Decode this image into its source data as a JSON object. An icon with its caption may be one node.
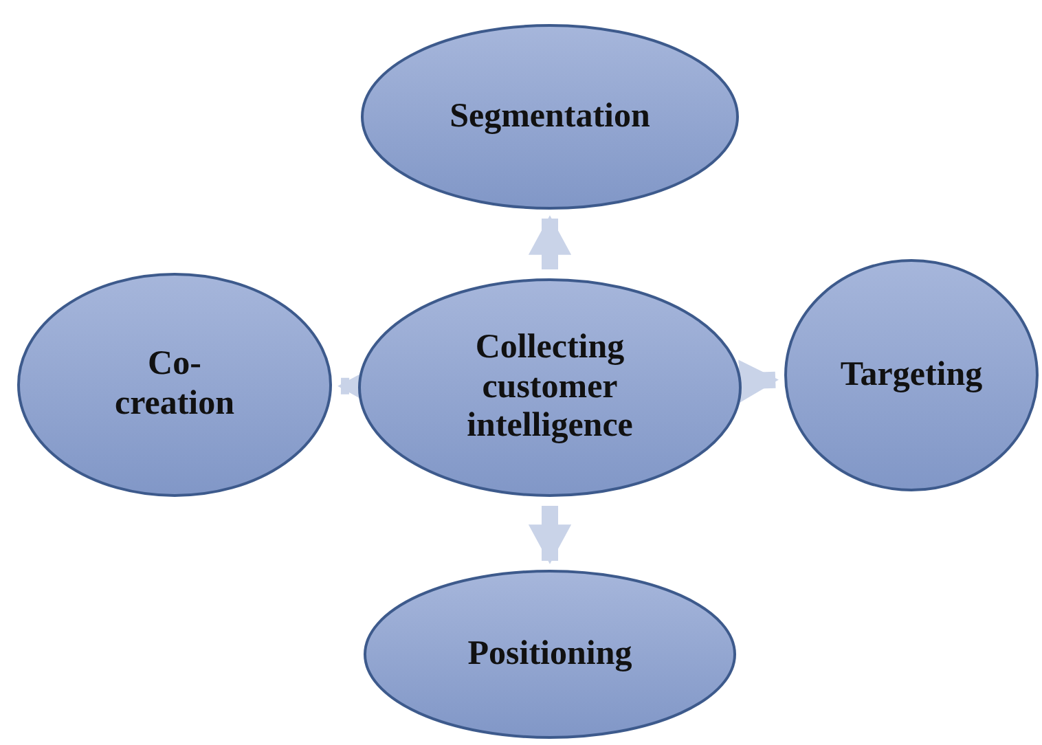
{
  "diagram": {
    "nodes": [
      {
        "text": [
          "Segmentation"
        ]
      },
      {
        "text": [
          "Co- creation"
        ]
      },
      {
        "text": [
          "Collecting customer intelligence"
        ]
      },
      {
        "text": [
          "Targeting"
        ]
      },
      {
        "text": [
          "Positioning"
        ]
      }
    ],
    "edges": [
      {
        "from": 2,
        "to": 0,
        "arrow": "to"
      },
      {
        "from": 2,
        "to": 1,
        "arrow": "to"
      },
      {
        "from": 2,
        "to": 3,
        "arrow": "to"
      },
      {
        "from": 2,
        "to": 4,
        "arrow": "to"
      }
    ]
  }
}
